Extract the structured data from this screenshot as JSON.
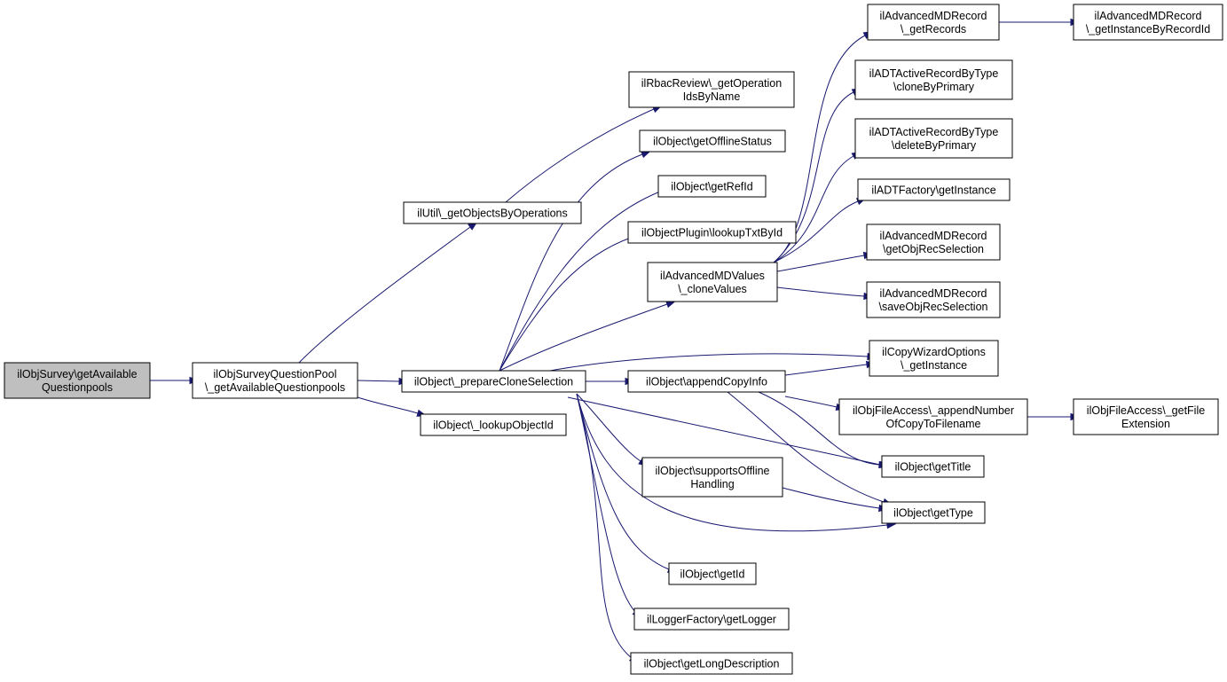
{
  "diagram": {
    "type": "call-graph",
    "colors": {
      "edge": "#191970",
      "root_fill": "#bfbfbf",
      "node_fill": "#ffffff",
      "border": "#000000"
    },
    "nodes": [
      {
        "id": "root",
        "lines": [
          "ilObjSurvey\\getAvailable",
          "Questionpools"
        ]
      },
      {
        "id": "qpool",
        "lines": [
          "ilObjSurveyQuestionPool",
          "\\_getAvailableQuestionpools"
        ]
      },
      {
        "id": "util",
        "lines": [
          "ilUtil\\_getObjectsByOperations"
        ]
      },
      {
        "id": "prep",
        "lines": [
          "ilObject\\_prepareCloneSelection"
        ]
      },
      {
        "id": "lookup",
        "lines": [
          "ilObject\\_lookupObjectId"
        ]
      },
      {
        "id": "rbac",
        "lines": [
          "ilRbacReview\\_getOperation",
          "IdsByName"
        ]
      },
      {
        "id": "offline",
        "lines": [
          "ilObject\\getOfflineStatus"
        ]
      },
      {
        "id": "refid",
        "lines": [
          "ilObject\\getRefId"
        ]
      },
      {
        "id": "plugin",
        "lines": [
          "ilObjectPlugin\\lookupTxtById"
        ]
      },
      {
        "id": "mdvalues",
        "lines": [
          "ilAdvancedMDValues",
          "\\_cloneValues"
        ]
      },
      {
        "id": "appendcopy",
        "lines": [
          "ilObject\\appendCopyInfo"
        ]
      },
      {
        "id": "supports",
        "lines": [
          "ilObject\\supportsOffline",
          "Handling"
        ]
      },
      {
        "id": "getid",
        "lines": [
          "ilObject\\getId"
        ]
      },
      {
        "id": "logger",
        "lines": [
          "ilLoggerFactory\\getLogger"
        ]
      },
      {
        "id": "longdesc",
        "lines": [
          "ilObject\\getLongDescription"
        ]
      },
      {
        "id": "getrecords",
        "lines": [
          "ilAdvancedMDRecord",
          "\\_getRecords"
        ]
      },
      {
        "id": "clonebyprim",
        "lines": [
          "ilADTActiveRecordByType",
          "\\cloneByPrimary"
        ]
      },
      {
        "id": "deletebyprim",
        "lines": [
          "ilADTActiveRecordByType",
          "\\deleteByPrimary"
        ]
      },
      {
        "id": "adtfactory",
        "lines": [
          "ilADTFactory\\getInstance"
        ]
      },
      {
        "id": "getobjrec",
        "lines": [
          "ilAdvancedMDRecord",
          "\\getObjRecSelection"
        ]
      },
      {
        "id": "saveobjrec",
        "lines": [
          "ilAdvancedMDRecord",
          "\\saveObjRecSelection"
        ]
      },
      {
        "id": "copywizard",
        "lines": [
          "ilCopyWizardOptions",
          "\\_getInstance"
        ]
      },
      {
        "id": "fileappend",
        "lines": [
          "ilObjFileAccess\\_appendNumber",
          "OfCopyToFilename"
        ]
      },
      {
        "id": "gettitle",
        "lines": [
          "ilObject\\getTitle"
        ]
      },
      {
        "id": "gettype",
        "lines": [
          "ilObject\\getType"
        ]
      },
      {
        "id": "instbyrec",
        "lines": [
          "ilAdvancedMDRecord",
          "\\_getInstanceByRecordId"
        ]
      },
      {
        "id": "fileext",
        "lines": [
          "ilObjFileAccess\\_getFile",
          "Extension"
        ]
      }
    ],
    "edges": [
      [
        "root",
        "qpool"
      ],
      [
        "qpool",
        "util"
      ],
      [
        "qpool",
        "prep"
      ],
      [
        "qpool",
        "lookup"
      ],
      [
        "util",
        "rbac"
      ],
      [
        "prep",
        "offline"
      ],
      [
        "prep",
        "refid"
      ],
      [
        "prep",
        "plugin"
      ],
      [
        "prep",
        "mdvalues"
      ],
      [
        "prep",
        "copywizard"
      ],
      [
        "prep",
        "appendcopy"
      ],
      [
        "prep",
        "gettitle"
      ],
      [
        "prep",
        "supports"
      ],
      [
        "prep",
        "gettype"
      ],
      [
        "prep",
        "getid"
      ],
      [
        "prep",
        "logger"
      ],
      [
        "prep",
        "longdesc"
      ],
      [
        "mdvalues",
        "getrecords"
      ],
      [
        "mdvalues",
        "clonebyprim"
      ],
      [
        "mdvalues",
        "deletebyprim"
      ],
      [
        "mdvalues",
        "adtfactory"
      ],
      [
        "mdvalues",
        "getobjrec"
      ],
      [
        "mdvalues",
        "saveobjrec"
      ],
      [
        "getrecords",
        "instbyrec"
      ],
      [
        "appendcopy",
        "copywizard"
      ],
      [
        "appendcopy",
        "fileappend"
      ],
      [
        "appendcopy",
        "gettitle"
      ],
      [
        "appendcopy",
        "gettype"
      ],
      [
        "fileappend",
        "fileext"
      ],
      [
        "supports",
        "gettype"
      ]
    ]
  }
}
